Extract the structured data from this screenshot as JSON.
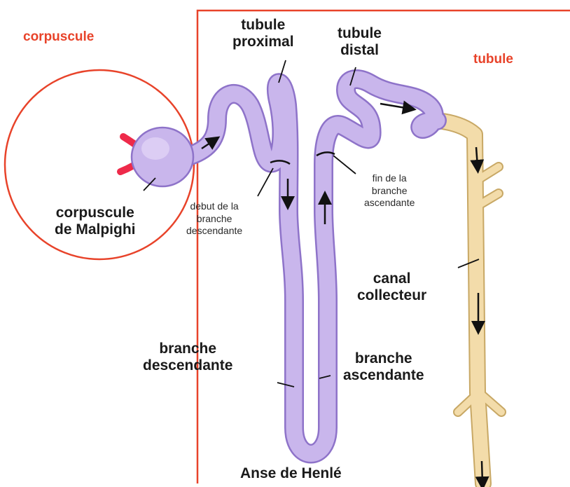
{
  "colors": {
    "region": "#e8432a",
    "tubule_fill": "#c9b6ec",
    "tubule_edge": "#8e73c9",
    "collector_fill": "#f3dcaa",
    "collector_edge": "#c8a865",
    "arteriole": "#ee2a4a"
  },
  "regions": {
    "corpuscle": "corpuscule",
    "tubule": "tubule"
  },
  "labels": {
    "corpuscle_malpighi": [
      "corpuscule",
      "de Malpighi"
    ],
    "proximal_tubule": [
      "tubule",
      "proximal"
    ],
    "distal_tubule": [
      "tubule",
      "distal"
    ],
    "start_descending": [
      "debut de la",
      "branche",
      "descendante"
    ],
    "end_ascending": [
      "fin de la",
      "branche",
      "ascendante"
    ],
    "collecting_duct": [
      "canal",
      "collecteur"
    ],
    "descending_limb": [
      "branche",
      "descendante"
    ],
    "ascending_limb": [
      "branche",
      "ascendante"
    ],
    "loop_of_henle": "Anse de Henlé"
  }
}
